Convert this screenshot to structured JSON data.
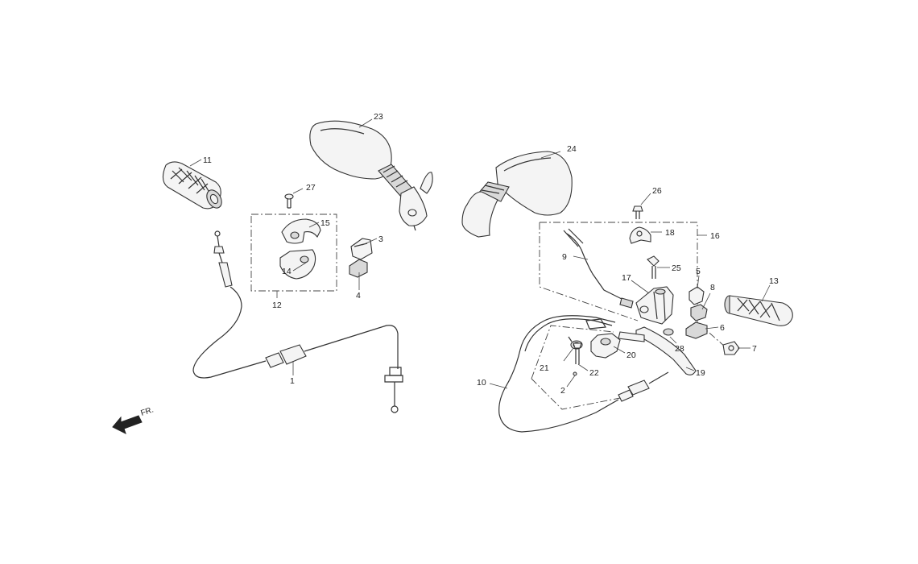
{
  "diagram": {
    "direction_label": "FR.",
    "callouts": {
      "c1": "1",
      "c2": "2",
      "c3": "3",
      "c4": "4",
      "c5": "5",
      "c6": "6",
      "c7": "7",
      "c8": "8",
      "c9": "9",
      "c10": "10",
      "c11": "11",
      "c12": "12",
      "c13": "13",
      "c14": "14",
      "c15": "15",
      "c16": "16",
      "c17": "17",
      "c18": "18",
      "c19": "19",
      "c20": "20",
      "c21": "21",
      "c22": "22",
      "c23": "23",
      "c24": "24",
      "c25": "25",
      "c26": "26",
      "c27": "27",
      "c28": "28"
    }
  }
}
